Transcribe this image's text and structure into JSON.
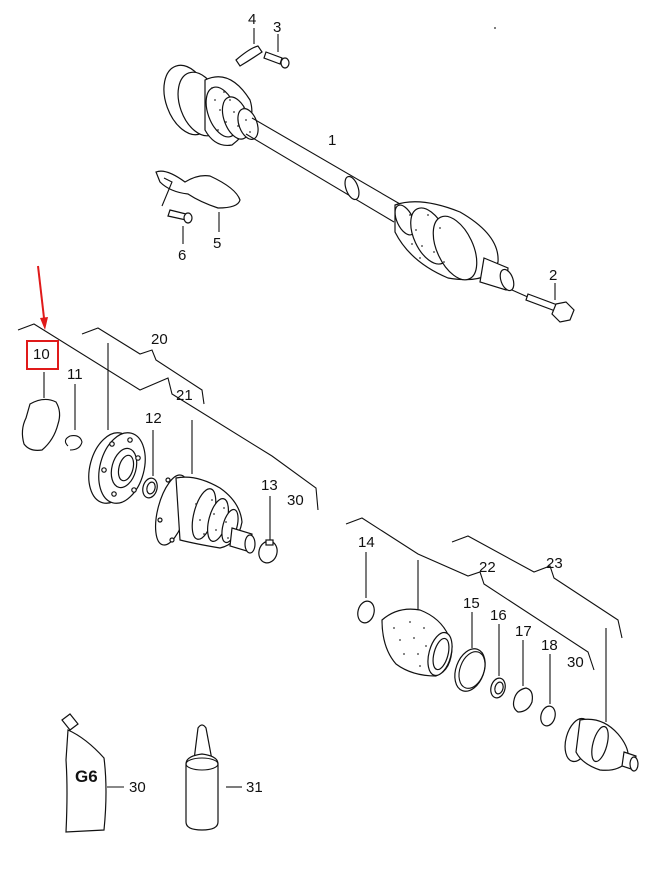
{
  "diagram": {
    "type": "exploded parts diagram",
    "subject": "drive shaft (axle shaft) with CV joints",
    "highlight": {
      "label": "10",
      "color": "#e01a1a",
      "arrow_color": "#e01a1a"
    },
    "callouts": [
      {
        "id": "1",
        "label": "1",
        "part": "drive shaft assembly"
      },
      {
        "id": "2",
        "label": "2",
        "part": "hex bolt"
      },
      {
        "id": "3",
        "label": "3",
        "part": "screw"
      },
      {
        "id": "4",
        "label": "4",
        "part": "clip"
      },
      {
        "id": "5",
        "label": "5",
        "part": "heat shield"
      },
      {
        "id": "6",
        "label": "6",
        "part": "screw"
      },
      {
        "id": "10",
        "label": "10",
        "part": "gasket"
      },
      {
        "id": "11",
        "label": "11",
        "part": "circlip"
      },
      {
        "id": "12",
        "label": "12",
        "part": "dished washer"
      },
      {
        "id": "13",
        "label": "13",
        "part": "hose clamp"
      },
      {
        "id": "14",
        "label": "14",
        "part": "hose clamp"
      },
      {
        "id": "15",
        "label": "15",
        "part": "clamp band"
      },
      {
        "id": "16",
        "label": "16",
        "part": "dished washer"
      },
      {
        "id": "17",
        "label": "17",
        "part": "thrust washer"
      },
      {
        "id": "18",
        "label": "18",
        "part": "circlip"
      },
      {
        "id": "20",
        "label": "20",
        "part": "inner CV joint"
      },
      {
        "id": "21",
        "label": "21",
        "part": "inner joint boot kit"
      },
      {
        "id": "22",
        "label": "22",
        "part": "outer joint boot kit"
      },
      {
        "id": "23",
        "label": "23",
        "part": "outer CV joint"
      },
      {
        "id": "30a",
        "label": "30",
        "part": "grease (in kit 21)"
      },
      {
        "id": "30b",
        "label": "30",
        "part": "grease (in kit 22)"
      },
      {
        "id": "30c",
        "label": "30",
        "part": "grease tube"
      },
      {
        "id": "31",
        "label": "31",
        "part": "sealant bottle"
      }
    ],
    "tube_text": "G6"
  }
}
